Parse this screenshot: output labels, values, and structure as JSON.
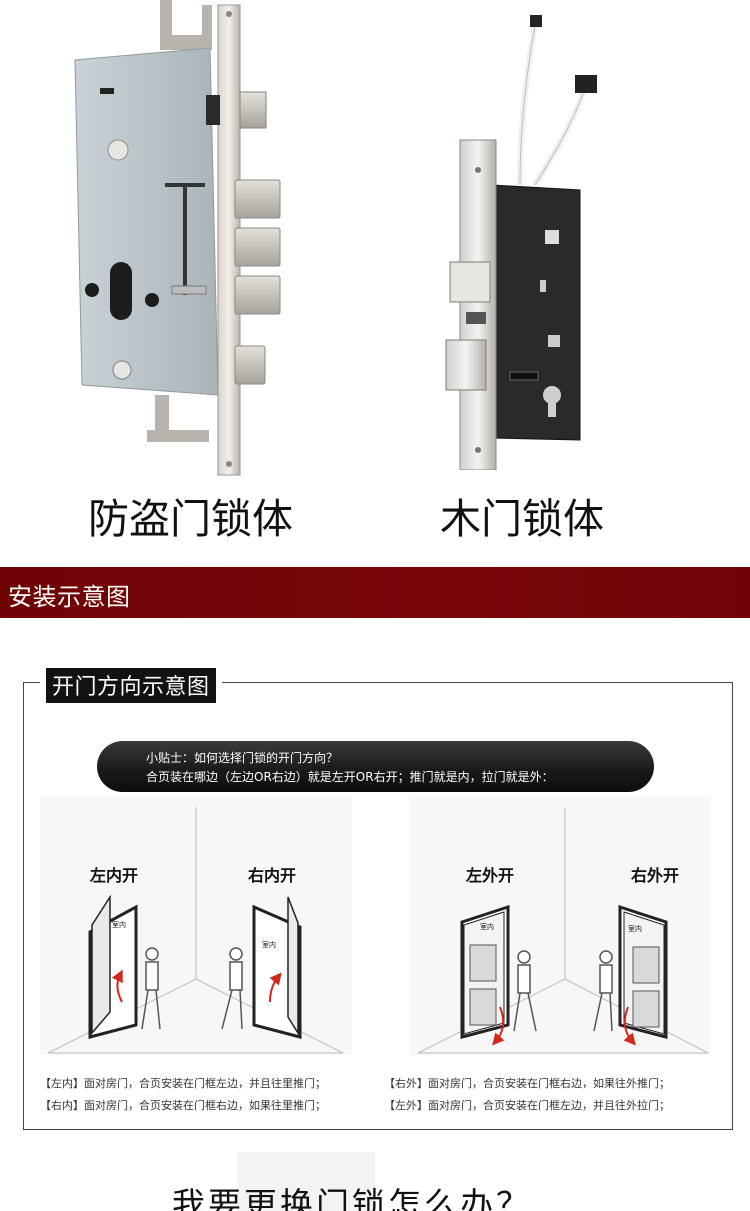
{
  "products": {
    "items": [
      {
        "caption": "防盗门锁体",
        "icon": "anti-theft-mortise-lock"
      },
      {
        "caption": "木门锁体",
        "icon": "wooden-door-mortise-lock"
      }
    ]
  },
  "section": {
    "title": "安装示意图",
    "color": "#720506"
  },
  "diagram": {
    "title": "开门方向示意图",
    "tip_line_1": "小贴士：如何选择门锁的开门方向？",
    "tip_line_2": "合页装在哪边（左边OR右边）就是左开OR右开；推门就是内，拉门就是外：",
    "rooms": [
      {
        "label": "左内开",
        "door_label": "室内"
      },
      {
        "label": "右内开",
        "door_label": "室内"
      },
      {
        "label": "左外开",
        "door_label": "室内"
      },
      {
        "label": "右外开",
        "door_label": "室内"
      }
    ],
    "notes": [
      "【左内】面对房门，合页安装在门框左边，并且往里推门；",
      "【右内】面对房门，合页安装在门框右边，如果往里推门；",
      "【右外】面对房门，合页安装在门框右边，如果往外推门；",
      "【左外】面对房门，合页安装在门框左边，并且往外拉门；"
    ],
    "arrow_color": "#d0281a"
  },
  "bottom": {
    "title": "我要更换门锁怎么办？"
  }
}
